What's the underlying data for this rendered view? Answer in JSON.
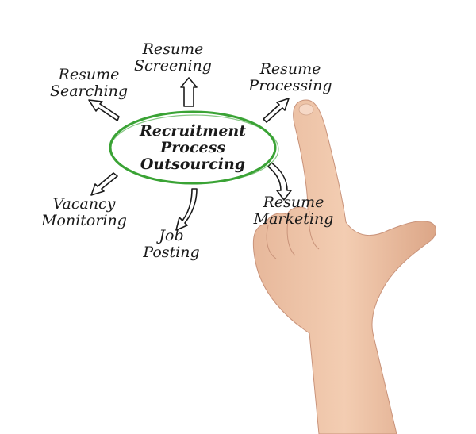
{
  "diagram": {
    "center": {
      "lines": [
        "Recruitment",
        "Process",
        "Outsourcing"
      ],
      "ellipse_color": "#3aa335"
    },
    "nodes": [
      {
        "id": "resume-screening",
        "lines": [
          "Resume",
          "Screening"
        ]
      },
      {
        "id": "resume-searching",
        "lines": [
          "Resume",
          "Searching"
        ]
      },
      {
        "id": "resume-processing",
        "lines": [
          "Resume",
          "Processing"
        ]
      },
      {
        "id": "vacancy-monitoring",
        "lines": [
          "Vacancy",
          "Monitoring"
        ]
      },
      {
        "id": "job-posting",
        "lines": [
          "Job",
          "Posting"
        ]
      },
      {
        "id": "resume-marketing",
        "lines": [
          "Resume",
          "Marketing"
        ]
      }
    ],
    "ink_color": "#1a1a1a",
    "background": "#ffffff"
  }
}
